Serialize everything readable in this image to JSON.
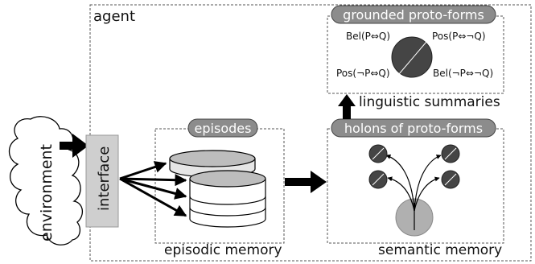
{
  "agent": {
    "label": "agent"
  },
  "environment": {
    "label": "environment"
  },
  "interface": {
    "label": "interface"
  },
  "episodic_memory": {
    "header": "episodes",
    "caption": "episodic memory"
  },
  "semantic_memory": {
    "header": "holons of proto-forms",
    "caption": "semantic memory"
  },
  "grounded_proto_forms": {
    "header": "grounded proto-forms",
    "caption": "linguistic summaries",
    "labels": {
      "top_left": "Bel(P⇔Q)",
      "top_right": "Pos(P⇔¬Q)",
      "bottom_left": "Pos(¬P⇔Q)",
      "bottom_right": "Bel(¬P⇔¬Q)"
    }
  },
  "colors": {
    "pill": "#8c8c8c",
    "dark_circle": "#454545",
    "interface_box": "#cfcfcf",
    "base_circle": "#b0b0b0",
    "arrow": "#000000",
    "dashed_border": "#555555"
  }
}
